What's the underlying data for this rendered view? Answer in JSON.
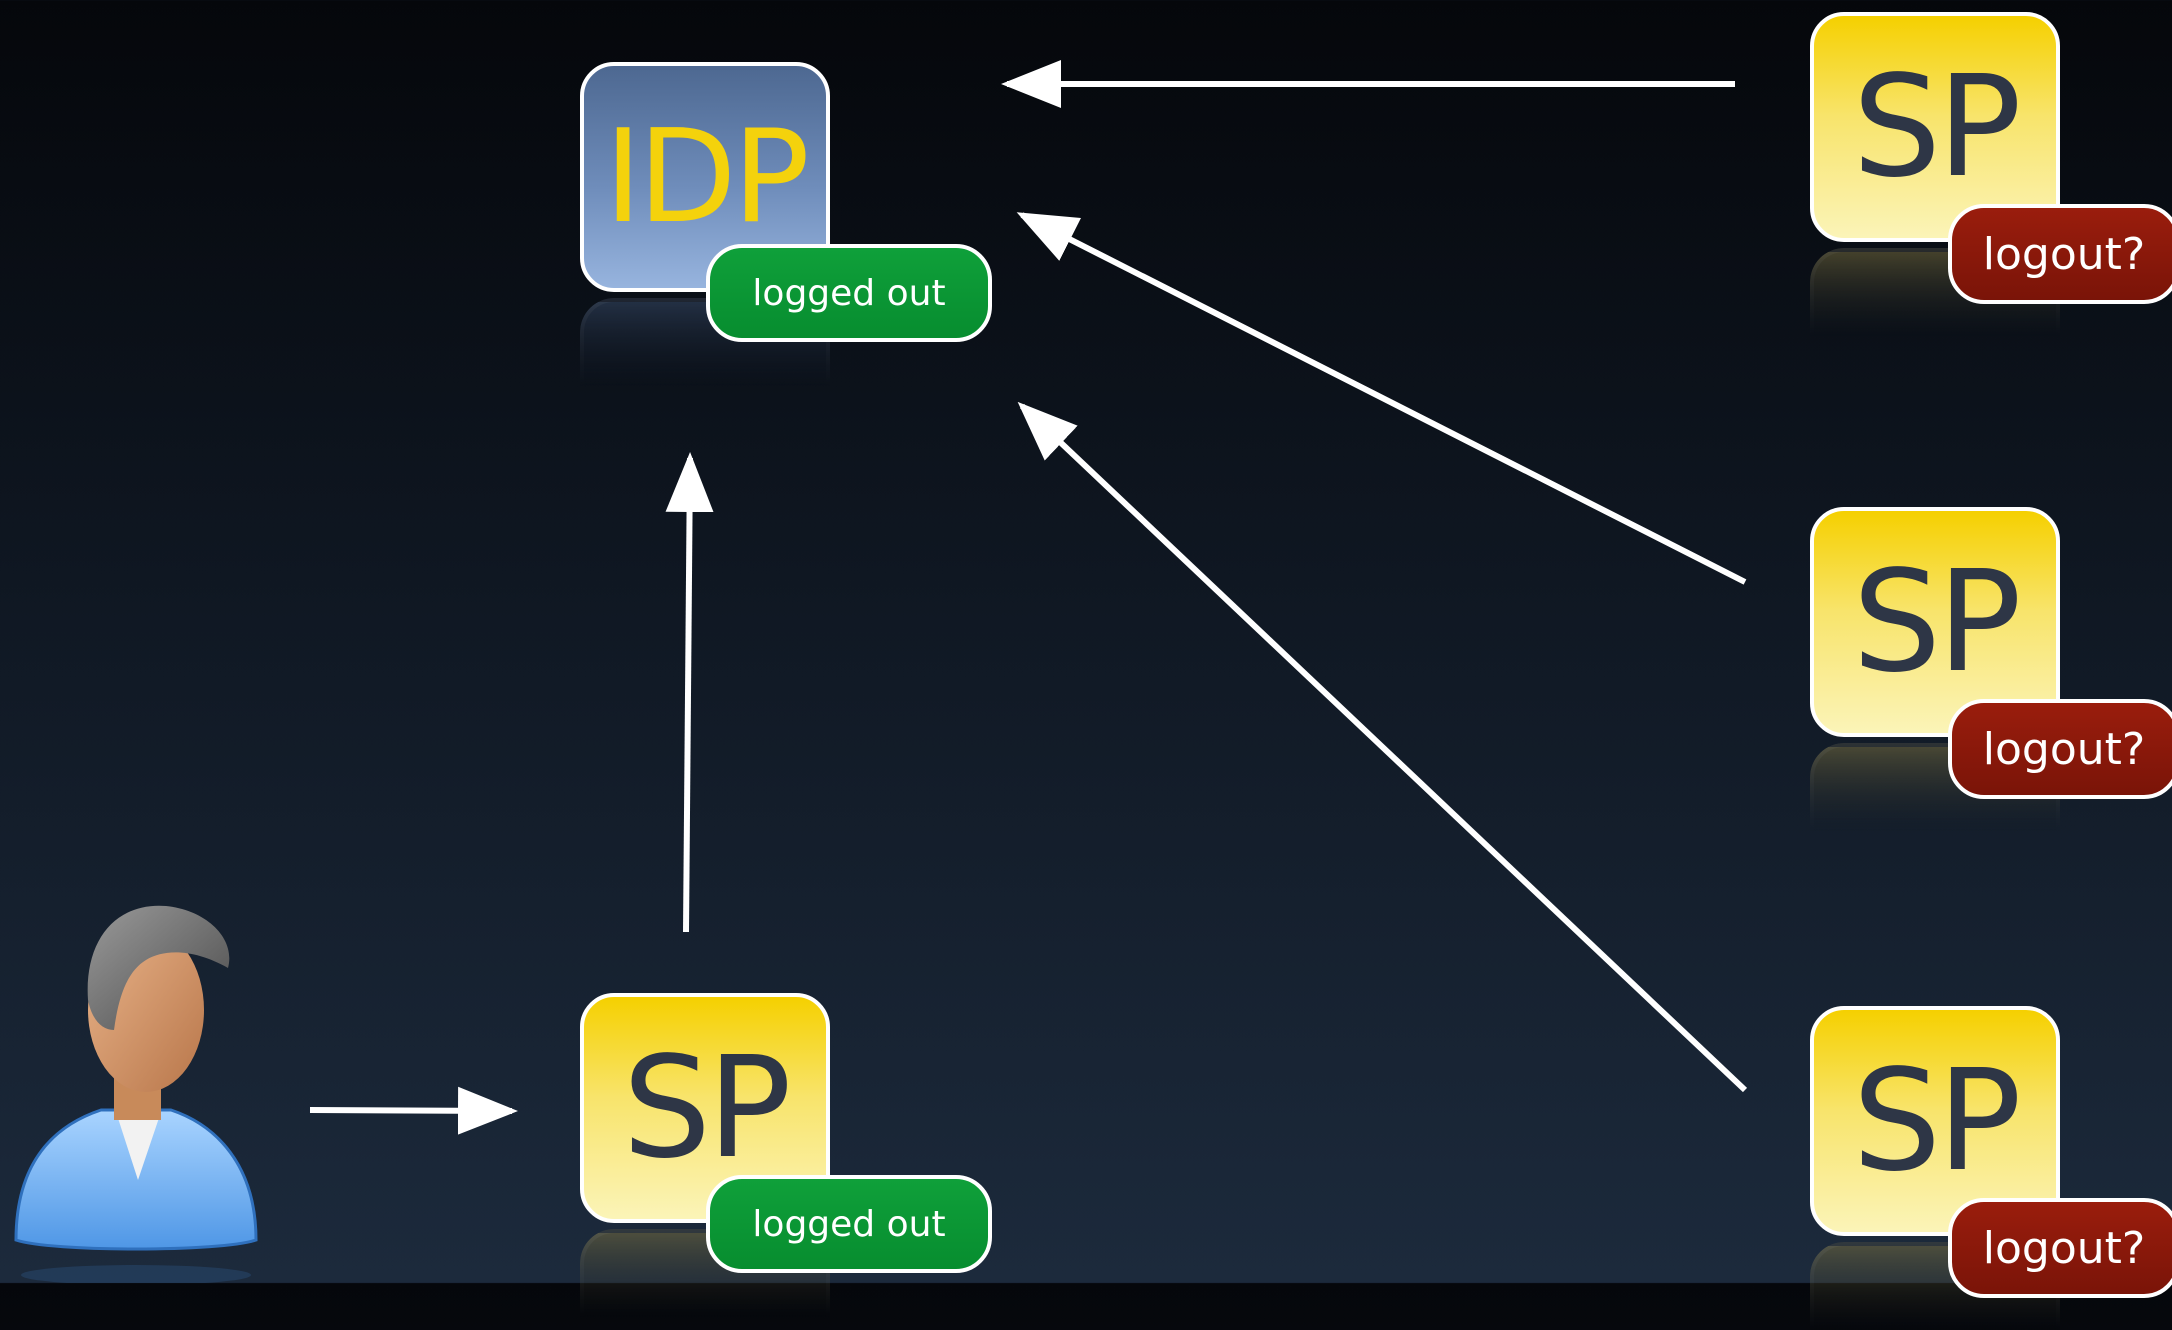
{
  "idp": {
    "label": "IDP",
    "status": "logged out",
    "status_color": "#078d2f"
  },
  "sp_local": {
    "label": "SP",
    "status": "logged out",
    "status_color": "#078d2f"
  },
  "sp_remote": [
    {
      "label": "SP",
      "status": "logout?",
      "status_color": "#7a1408"
    },
    {
      "label": "SP",
      "status": "logout?",
      "status_color": "#7a1408"
    },
    {
      "label": "SP",
      "status": "logout?",
      "status_color": "#7a1408"
    }
  ],
  "user_icon": "user-icon",
  "colors": {
    "idp_text": "#f4d20c",
    "sp_tile": "#f5d000",
    "sp_text": "#2e3646",
    "arrow": "#ffffff"
  }
}
